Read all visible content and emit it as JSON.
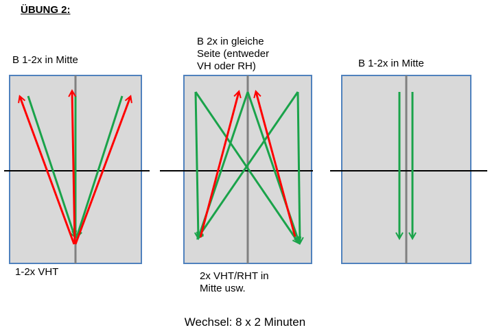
{
  "title": "ÜBUNG 2:",
  "panels": [
    {
      "label_top": "B 1-2x in Mitte",
      "label_bottom": "1-2x VHT"
    },
    {
      "label_top": "B 2x in gleiche\nSeite (entweder\nVH oder RH)",
      "label_bottom": "2x VHT/RHT in\nMitte usw."
    },
    {
      "label_top": "B 1-2x in Mitte",
      "label_bottom": ""
    }
  ],
  "footer": "Wechsel: 8 x 2 Minuten",
  "colors": {
    "field_fill": "#d9d9d9",
    "field_border": "#4f81bd",
    "center_line": "#808080",
    "mid_line": "#000000",
    "red_arrow": "#ff0000",
    "green_arrow": "#1aa34a"
  }
}
